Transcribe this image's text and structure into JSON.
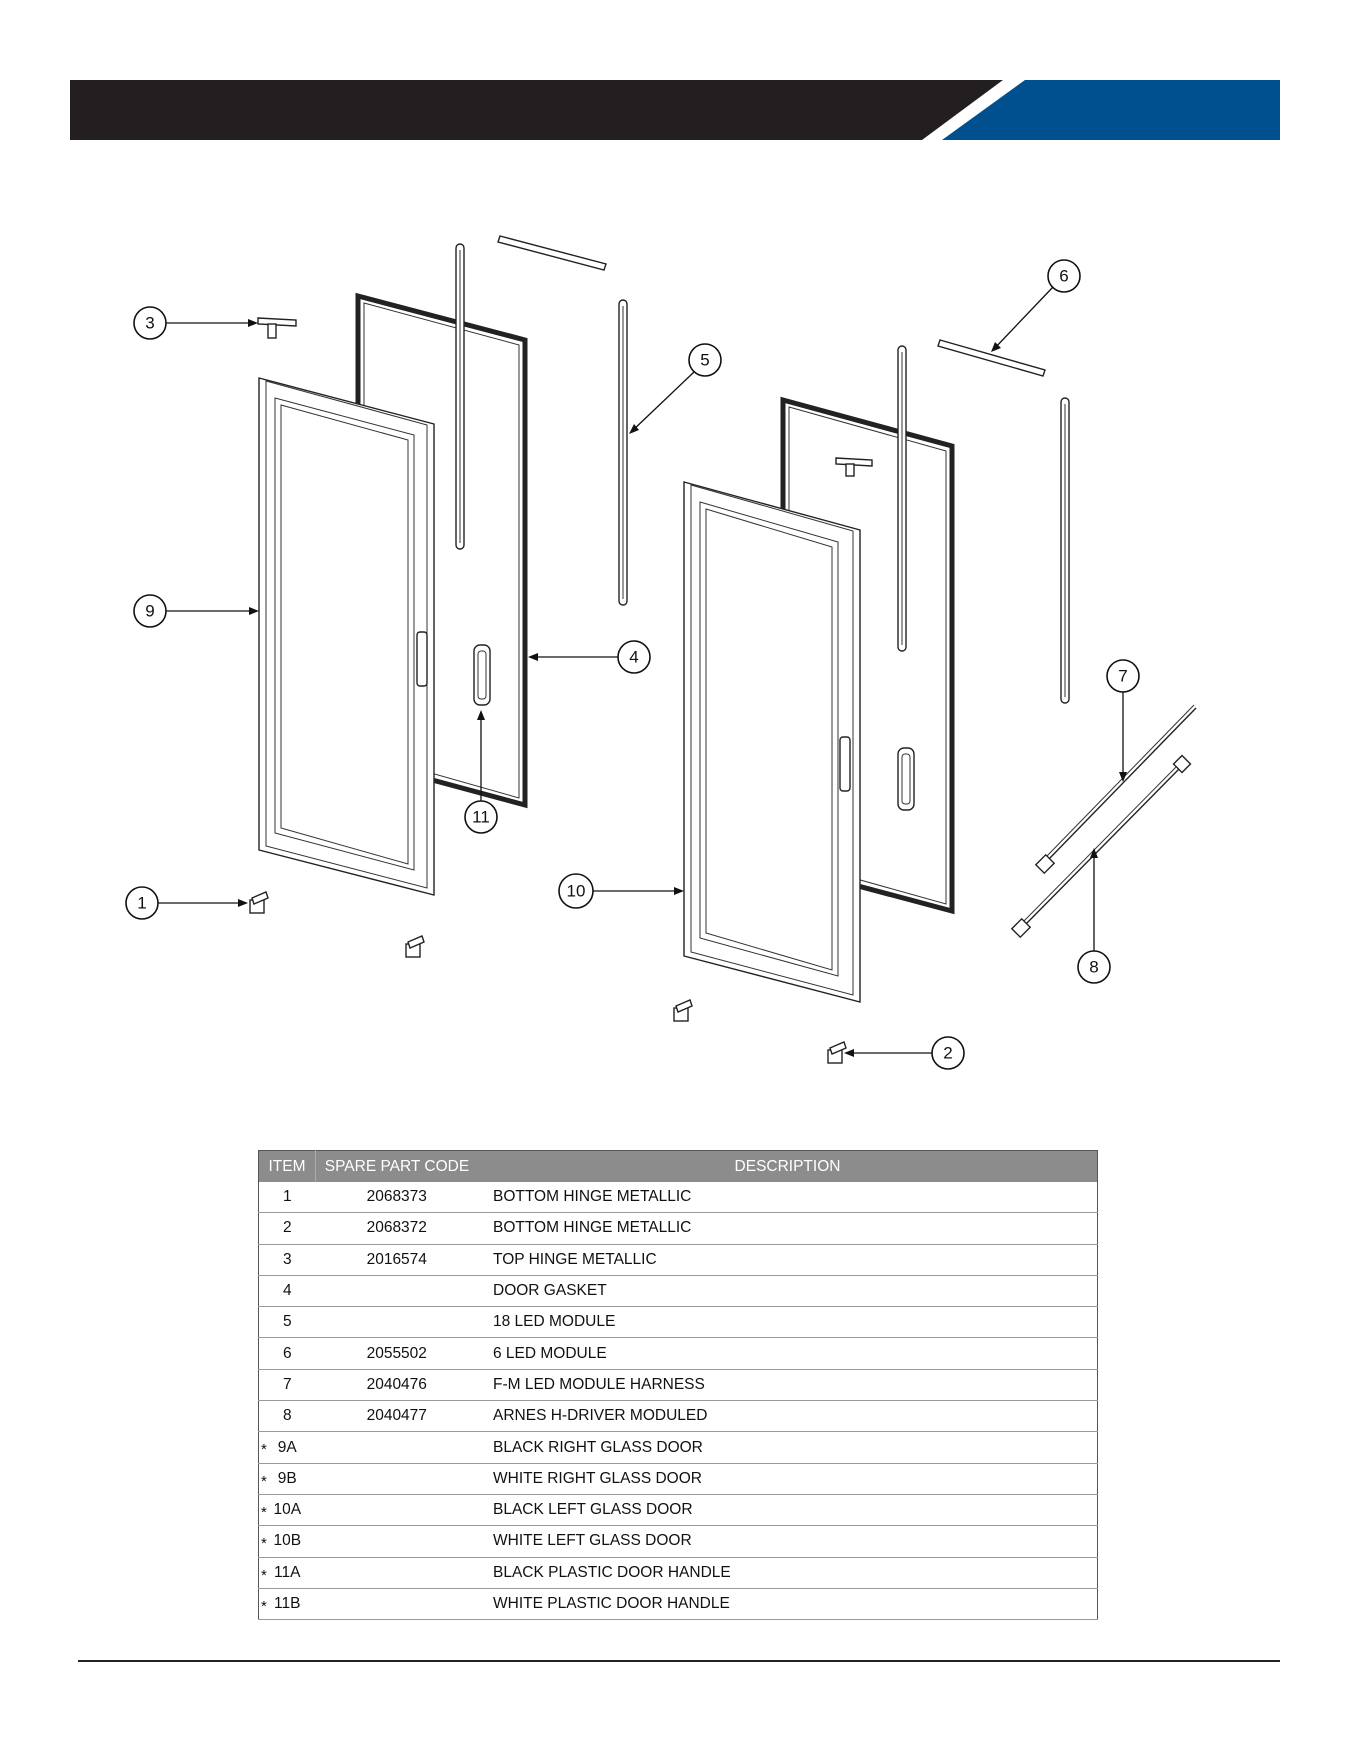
{
  "colors": {
    "header_dark": "#231f20",
    "header_blue": "#00508f",
    "table_header_bg": "#8c8c8c"
  },
  "callouts": [
    "1",
    "2",
    "3",
    "4",
    "5",
    "6",
    "7",
    "8",
    "9",
    "10",
    "11"
  ],
  "table": {
    "headers": {
      "item": "ITEM",
      "code": "SPARE PART CODE",
      "description": "DESCRIPTION"
    },
    "rows": [
      {
        "star": "",
        "item": "1",
        "code": "2068373",
        "description": "BOTTOM HINGE  METALLIC"
      },
      {
        "star": "",
        "item": "2",
        "code": "2068372",
        "description": "BOTTOM HINGE METALLIC"
      },
      {
        "star": "",
        "item": "3",
        "code": "2016574",
        "description": "TOP HINGE METALLIC"
      },
      {
        "star": "",
        "item": "4",
        "code": "",
        "description": "DOOR GASKET"
      },
      {
        "star": "",
        "item": "5",
        "code": "",
        "description": "18 LED MODULE"
      },
      {
        "star": "",
        "item": "6",
        "code": "2055502",
        "description": "6 LED MODULE"
      },
      {
        "star": "",
        "item": "7",
        "code": "2040476",
        "description": "F-M LED MODULE HARNESS"
      },
      {
        "star": "",
        "item": "8",
        "code": "2040477",
        "description": "ARNES H-DRIVER MODULED"
      },
      {
        "star": "*",
        "item": "9A",
        "code": "",
        "description": "BLACK RIGHT GLASS DOOR"
      },
      {
        "star": "*",
        "item": "9B",
        "code": "",
        "description": "WHITE RIGHT GLASS DOOR"
      },
      {
        "star": "*",
        "item": "10A",
        "code": "",
        "description": "BLACK LEFT GLASS DOOR"
      },
      {
        "star": "*",
        "item": "10B",
        "code": "",
        "description": "WHITE LEFT GLASS DOOR"
      },
      {
        "star": "*",
        "item": "11A",
        "code": "",
        "description": "BLACK PLASTIC DOOR HANDLE"
      },
      {
        "star": "*",
        "item": "11B",
        "code": "",
        "description": "WHITE PLASTIC DOOR HANDLE"
      }
    ]
  }
}
